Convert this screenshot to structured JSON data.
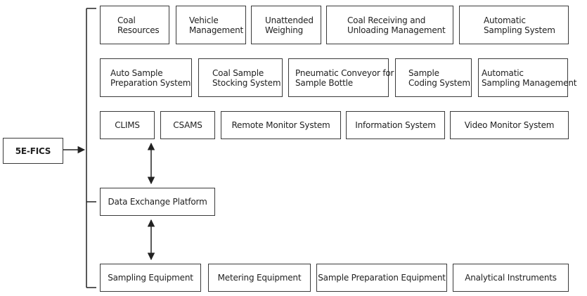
{
  "root": {
    "label": "5E-FICS"
  },
  "row1": [
    {
      "line1": "Coal",
      "line2": "Resources"
    },
    {
      "line1": "Vehicle",
      "line2": "Management"
    },
    {
      "line1": "Unattended",
      "line2": "Weighing"
    },
    {
      "line1": "Coal Receiving and",
      "line2": "Unloading Management"
    },
    {
      "line1": "Automatic",
      "line2": "Sampling System"
    }
  ],
  "row2": [
    {
      "line1": "Auto Sample",
      "line2": "Preparation System"
    },
    {
      "line1": "Coal Sample",
      "line2": "Stocking System"
    },
    {
      "line1": "Pneumatic Conveyor for",
      "line2": "Sample Bottle"
    },
    {
      "line1": "Sample",
      "line2": "Coding System"
    },
    {
      "line1": "Automatic",
      "line2": "Sampling Management"
    }
  ],
  "row3": [
    {
      "label": "CLIMS"
    },
    {
      "label": "CSAMS"
    },
    {
      "label": "Remote Monitor System"
    },
    {
      "label": "Information System"
    },
    {
      "label": "Video Monitor System"
    }
  ],
  "platform": {
    "label": "Data Exchange Platform"
  },
  "row5": [
    {
      "label": "Sampling Equipment"
    },
    {
      "label": "Metering Equipment"
    },
    {
      "label": "Sample Preparation Equipment"
    },
    {
      "label": "Analytical Instruments"
    }
  ]
}
